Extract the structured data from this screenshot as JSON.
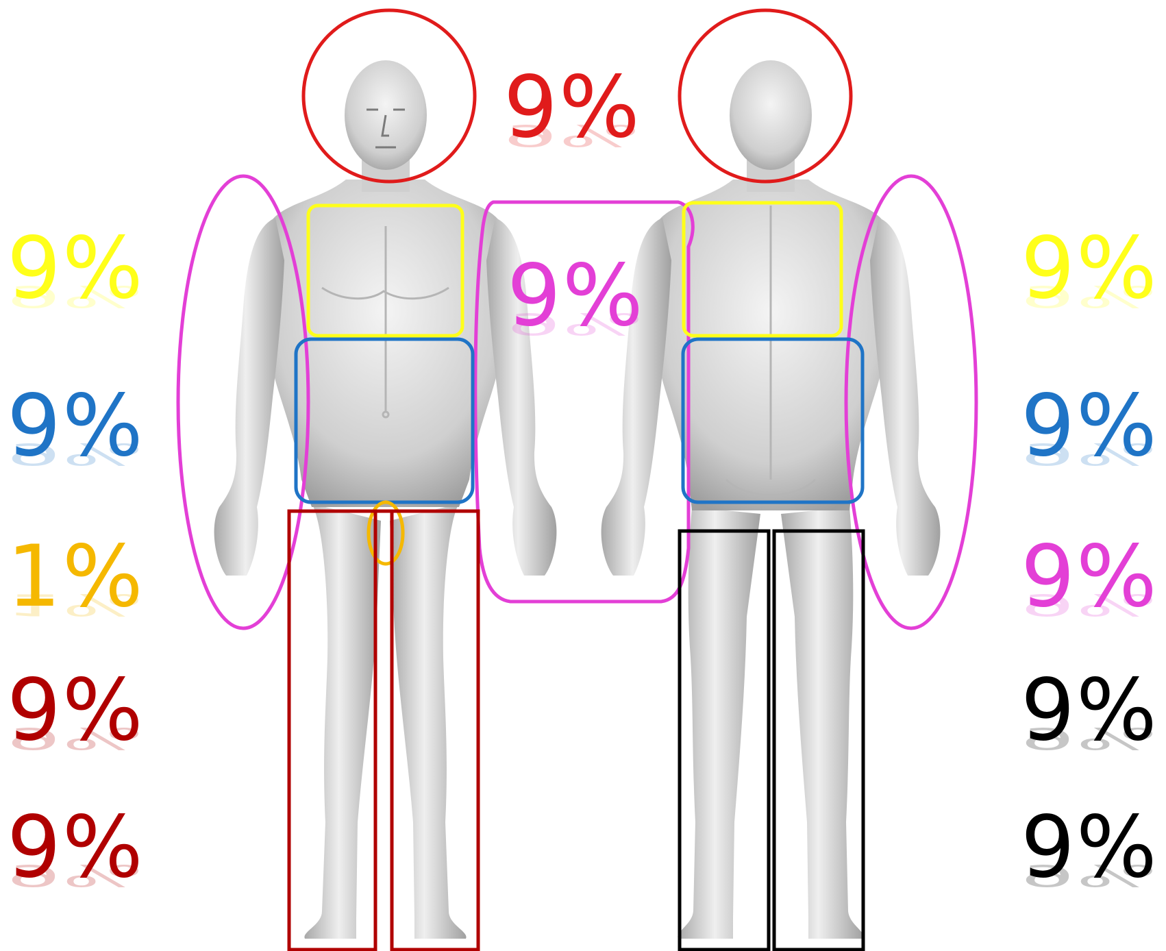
{
  "colors": {
    "head": "#e01b1b",
    "chest": "#ffff1a",
    "abdomen": "#1f74c6",
    "arm": "#e33fd6",
    "groin": "#f5b800",
    "front_leg": "#b00000",
    "back_leg": "#000000",
    "skin_light": "#f2f2f2",
    "skin_mid": "#d2d2d2",
    "skin_dark": "#9c9c9c"
  },
  "labels": {
    "head": "9%",
    "arm_center": "9%",
    "left_chest": "9%",
    "left_abdomen": "9%",
    "left_groin": "1%",
    "left_leg_upper": "9%",
    "left_leg_lower": "9%",
    "right_back": "9%",
    "right_lower_back": "9%",
    "right_arm": "9%",
    "right_leg_upper": "9%",
    "right_leg_lower": "9%"
  }
}
